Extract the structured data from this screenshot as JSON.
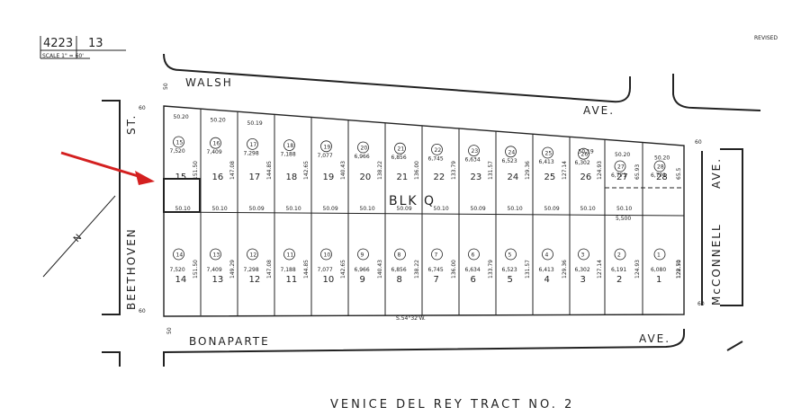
{
  "header": {
    "map_book": "4223",
    "page": "13",
    "scale": "SCALE 1\" = 60'",
    "revised": "REVISED"
  },
  "title": "VENICE DEL REY TRACT NO. 2",
  "block_label": "BLK Q",
  "streets": {
    "north": "WALSH",
    "north_suffix": "AVE.",
    "south": "BONAPARTE",
    "south_suffix": "AVE.",
    "west": "BEETHOVEN",
    "west_suffix": "ST.",
    "east": "McCONNELL",
    "east_suffix": "AVE."
  },
  "street_widths": {
    "north": "50",
    "south": "50",
    "west_top": "60",
    "west_bottom": "60",
    "east_top": "60",
    "east_bottom": "60"
  },
  "bearing_note": "S.54°32'W.",
  "north_arrow": "N",
  "north_lots": [
    {
      "lot": "15",
      "circ": "15",
      "area": "7,520",
      "depth": "151.50",
      "front": "50.20"
    },
    {
      "lot": "16",
      "circ": "16",
      "area": "7,409",
      "depth": "147.08",
      "front": "50.20"
    },
    {
      "lot": "17",
      "circ": "17",
      "area": "7,298",
      "depth": "144.85",
      "front": "50.19"
    },
    {
      "lot": "18",
      "circ": "18",
      "area": "7,188",
      "depth": "142.65",
      "front": ""
    },
    {
      "lot": "19",
      "circ": "19",
      "area": "7,077",
      "depth": "140.43",
      "front": ""
    },
    {
      "lot": "20",
      "circ": "20",
      "area": "6,966",
      "depth": "138.22",
      "front": ""
    },
    {
      "lot": "21",
      "circ": "21",
      "area": "6,856",
      "depth": "136.00",
      "front": ""
    },
    {
      "lot": "22",
      "circ": "22",
      "area": "6,745",
      "depth": "133.79",
      "front": ""
    },
    {
      "lot": "23",
      "circ": "23",
      "area": "6,634",
      "depth": "131.57",
      "front": ""
    },
    {
      "lot": "24",
      "circ": "24",
      "area": "6,523",
      "depth": "129.36",
      "front": ""
    },
    {
      "lot": "25",
      "circ": "25",
      "area": "6,413",
      "depth": "127.14",
      "front": ""
    },
    {
      "lot": "26",
      "circ": "26",
      "area": "6,302",
      "depth": "124.93",
      "front": "50.19"
    },
    {
      "lot": "27",
      "circ": "27",
      "area": "6,771",
      "depth": "65.93",
      "front": "50.20"
    },
    {
      "lot": "28",
      "circ": "28",
      "area": "6,771",
      "depth": "65.5",
      "front": "50.20"
    }
  ],
  "south_lots": [
    {
      "lot": "14",
      "circ": "14",
      "area": "7,520",
      "depth": "151.50"
    },
    {
      "lot": "13",
      "circ": "13",
      "area": "7,409",
      "depth": "149.29"
    },
    {
      "lot": "12",
      "circ": "12",
      "area": "7,298",
      "depth": "147.08"
    },
    {
      "lot": "11",
      "circ": "11",
      "area": "7,188",
      "depth": "144.85"
    },
    {
      "lot": "10",
      "circ": "10",
      "area": "7,077",
      "depth": "142.65"
    },
    {
      "lot": "9",
      "circ": "9",
      "area": "6,966",
      "depth": "140.43"
    },
    {
      "lot": "8",
      "circ": "8",
      "area": "6,856",
      "depth": "138.22"
    },
    {
      "lot": "7",
      "circ": "7",
      "area": "6,745",
      "depth": "136.00"
    },
    {
      "lot": "6",
      "circ": "6",
      "area": "6,634",
      "depth": "133.79"
    },
    {
      "lot": "5",
      "circ": "5",
      "area": "6,523",
      "depth": "131.57"
    },
    {
      "lot": "4",
      "circ": "4",
      "area": "6,413",
      "depth": "129.36"
    },
    {
      "lot": "3",
      "circ": "3",
      "area": "6,302",
      "depth": "127.14"
    },
    {
      "lot": "2",
      "circ": "2",
      "area": "6,191",
      "depth": "124.93"
    },
    {
      "lot": "1",
      "circ": "1",
      "area": "6,080",
      "depth": "122.71"
    }
  ],
  "middle_frontages": [
    "50.10",
    "50.10",
    "50.09",
    "50.10",
    "50.09",
    "50.10",
    "50.09",
    "50.10",
    "50.09",
    "50.10",
    "50.09",
    "50.10",
    "50.10"
  ],
  "lot_27_area": "5,500",
  "lot_1_depth_east": "128.50",
  "colors": {
    "arrow": "#d42020",
    "ink": "#222222"
  }
}
